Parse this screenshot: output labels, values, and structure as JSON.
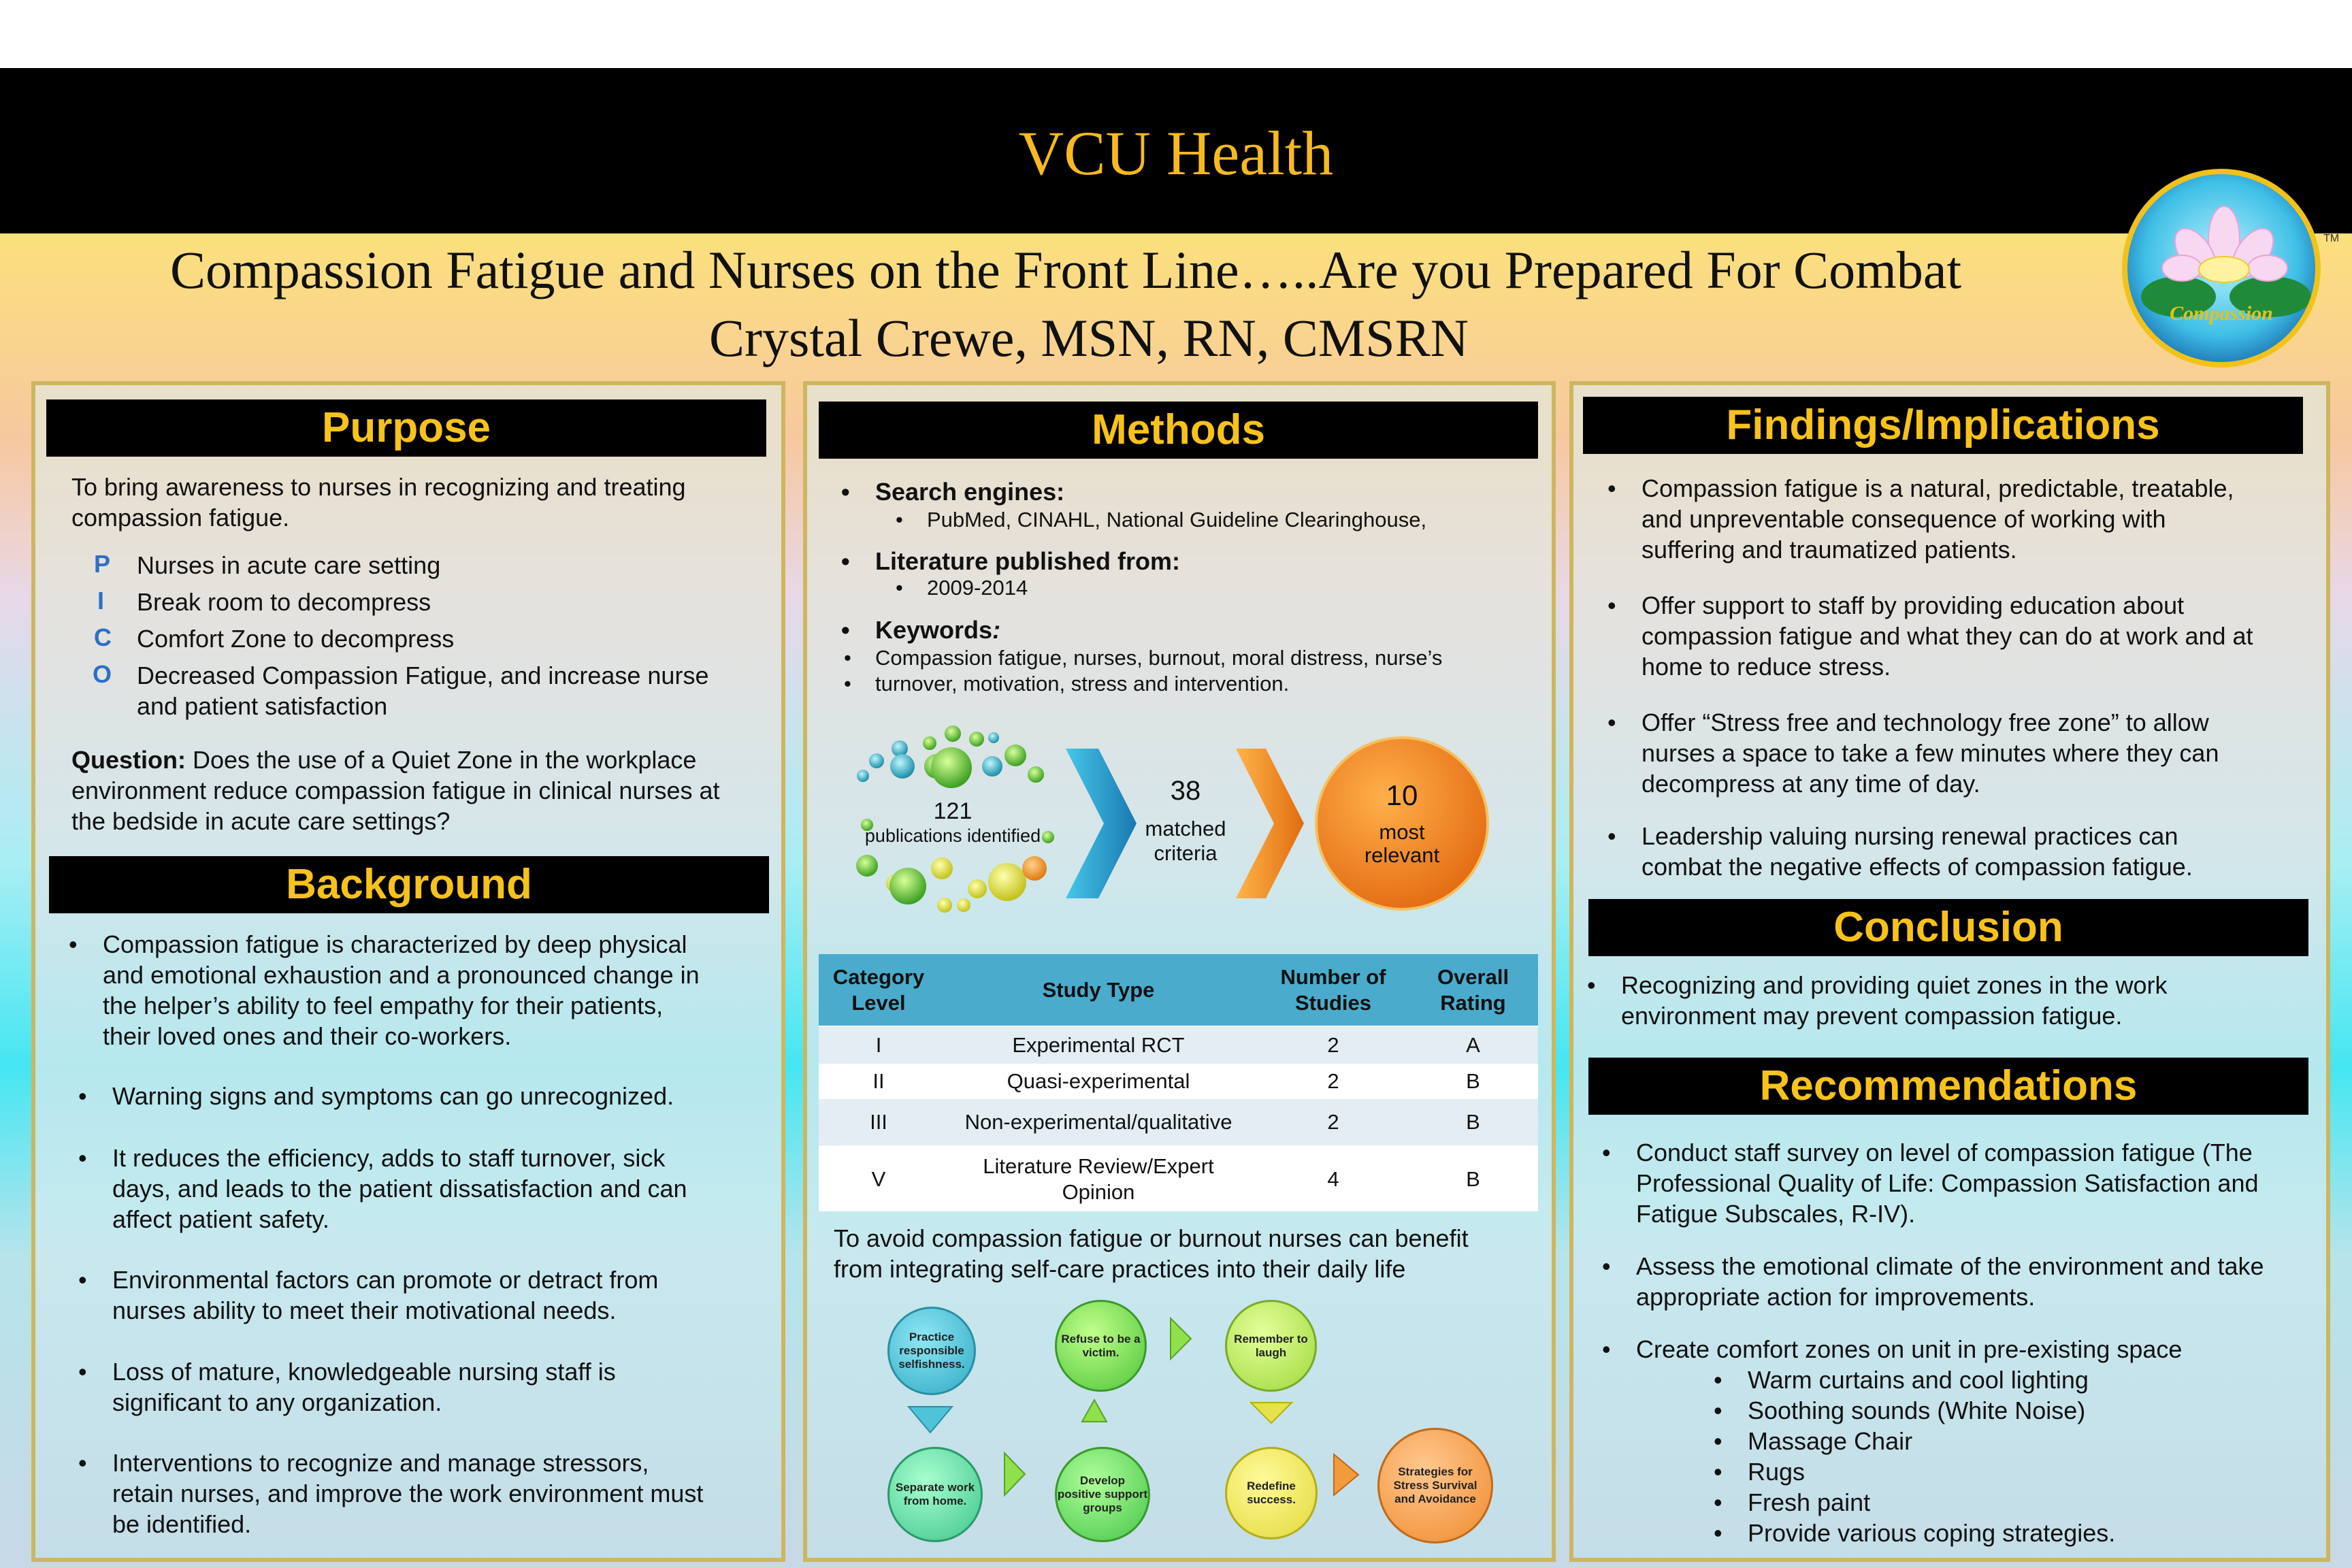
{
  "header": {
    "org": "VCU Health"
  },
  "poster": {
    "title": "Compassion Fatigue and Nurses on the Front Line…..Are you Prepared For Combat",
    "author": "Crystal Crewe, MSN, RN, CMSRN",
    "logo_text": "Compassion",
    "tm": "TM"
  },
  "purpose": {
    "heading": "Purpose",
    "intro_1": "To bring awareness  to nurses in recognizing and treating",
    "intro_2": "compassion fatigue.",
    "pico": [
      {
        "letter": "P",
        "text": "Nurses in acute care setting"
      },
      {
        "letter": "I",
        "text": "Break room to decompress"
      },
      {
        "letter": "C",
        "text": "Comfort Zone to decompress"
      },
      {
        "letter": "O",
        "text": "Decreased Compassion Fatigue, and increase nurse"
      }
    ],
    "pico_o_cont": "and patient satisfaction",
    "question_label": "Question:",
    "question_1": " Does the use of a Quiet Zone in the workplace",
    "question_2": "environment reduce compassion fatigue in clinical nurses at",
    "question_3": "the bedside in acute care settings?"
  },
  "background": {
    "heading": "Background",
    "items": [
      [
        "Compassion fatigue is characterized by deep physical",
        "and emotional exhaustion and a pronounced change in",
        "the helper’s ability to feel empathy for their patients,",
        "their loved ones and their co-workers."
      ],
      [
        "Warning signs and symptoms can go unrecognized."
      ],
      [
        "It reduces the efficiency, adds to staff turnover, sick",
        "days, and leads to the patient dissatisfaction and can",
        "affect patient safety."
      ],
      [
        "Environmental factors can promote or detract from",
        "nurses  ability to meet their motivational needs."
      ],
      [
        "Loss of mature, knowledgeable nursing staff is",
        "significant to any organization."
      ],
      [
        "Interventions to recognize and manage stressors,",
        "retain nurses, and improve the work environment must",
        "be identified."
      ]
    ]
  },
  "methods": {
    "heading": "Methods",
    "search_label": "Search engines:",
    "search_value": "PubMed, CINAHL, National Guideline Clearinghouse,",
    "lit_label": "Literature published from:",
    "lit_value": "2009-2014",
    "kw_label": "Keywords",
    "kw_colon": ":",
    "kw_1": "Compassion fatigue, nurses, burnout, moral distress, nurse’s",
    "kw_2": "turnover, motivation, stress and intervention.",
    "funnel": {
      "identified_n": "121",
      "identified_label": "publications identified",
      "matched_n": "38",
      "matched_label_1": "matched",
      "matched_label_2": "criteria",
      "relevant_n": "10",
      "relevant_label_1": "most",
      "relevant_label_2": "relevant"
    },
    "table": {
      "headers": [
        "Category Level",
        "Study Type",
        "Number of Studies",
        "Overall Rating"
      ],
      "rows": [
        [
          "I",
          "Experimental  RCT",
          "2",
          "A"
        ],
        [
          "II",
          "Quasi-experimental",
          "2",
          "B"
        ],
        [
          "III",
          "Non-experimental/qualitative",
          "2",
          "B"
        ],
        [
          "V",
          "Literature Review/Expert Opinion",
          "4",
          "B"
        ]
      ]
    },
    "selfcare_1": "To avoid compassion fatigue or burnout nurses can benefit",
    "selfcare_2": "from integrating self-care practices into their daily life",
    "flow": {
      "practice": "Practice responsible selfishness.",
      "separate": "Separate work from home.",
      "develop": "Develop positive support groups",
      "refuse": "Refuse to be a victim.",
      "remember": "Remember to laugh",
      "redefine": "Redefine success.",
      "strategies": "Strategies for Stress Survival and Avoidance"
    },
    "colors": {
      "teal": "#3fc7d6",
      "green": "#8fe04a",
      "yellow": "#e6e24a",
      "orange": "#f39a3c"
    }
  },
  "findings": {
    "heading": "Findings/Implications",
    "items": [
      [
        "Compassion fatigue is a natural, predictable, treatable,",
        "and unpreventable consequence of working with",
        "suffering and traumatized patients."
      ],
      [
        "Offer support to staff by providing education about",
        "compassion fatigue and what they can do at work and at",
        "home to reduce stress."
      ],
      [
        "Offer “Stress free and technology free zone” to allow",
        "nurses a space to take a few minutes where they can",
        "decompress at any time of day."
      ],
      [
        "Leadership valuing nursing renewal practices can",
        "combat the negative effects of compassion fatigue."
      ]
    ]
  },
  "conclusion": {
    "heading": "Conclusion",
    "item_1": "Recognizing and providing quiet zones in the work",
    "item_2": "environment may prevent compassion fatigue."
  },
  "recommendations": {
    "heading": "Recommendations",
    "items": [
      [
        "Conduct staff survey on level of compassion fatigue (The",
        "Professional Quality of Life: Compassion Satisfaction and",
        "Fatigue Subscales, R-IV)."
      ],
      [
        "Assess the emotional climate of the environment and take",
        "appropriate action for improvements."
      ],
      [
        "Create comfort zones on unit in pre-existing space"
      ]
    ],
    "sub_items": [
      "Warm curtains and cool lighting",
      "Soothing sounds (White Noise)",
      "Massage Chair",
      "Rugs",
      "Fresh paint",
      "Provide various coping strategies."
    ]
  }
}
